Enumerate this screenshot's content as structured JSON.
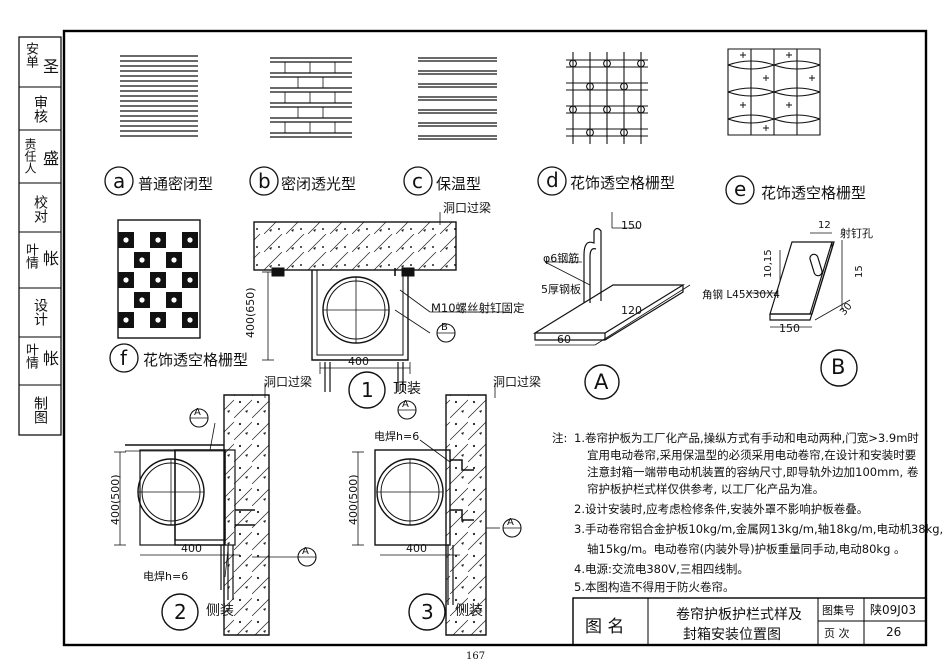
{
  "side_column": {
    "items": [
      {
        "label": "安单",
        "sign": "圣"
      },
      {
        "label": "审核",
        "sign": ""
      },
      {
        "label": "责任人",
        "sign": "盛"
      },
      {
        "label": "校对",
        "sign": ""
      },
      {
        "label": "叶情",
        "sign": "帐"
      },
      {
        "label": "设计",
        "sign": ""
      },
      {
        "label": "叶情",
        "sign": "帐"
      },
      {
        "label": "制图",
        "sign": ""
      }
    ]
  },
  "patterns": {
    "a": {
      "letter": "a",
      "label": "普通密闭型"
    },
    "b": {
      "letter": "b",
      "label": "密闭透光型"
    },
    "c": {
      "letter": "c",
      "label": "保温型"
    },
    "d": {
      "letter": "d",
      "label": "花饰透空格栅型"
    },
    "e": {
      "letter": "e",
      "label": "花饰透空格栅型"
    },
    "f": {
      "letter": "f",
      "label": "花饰透空格栅型"
    }
  },
  "detail_top": {
    "lintel": "洞口过梁",
    "bolt_note": "M10螺丝射钉固定",
    "dim_height": "400(650)",
    "dim_width": "400",
    "ref_mark": "B",
    "number": "1",
    "caption": "顶装"
  },
  "detail_a": {
    "rebar": "φ6钢筋",
    "plate": "5厚钢板",
    "dim_150": "150",
    "dim_120": "120",
    "dim_60": "60",
    "mark": "A"
  },
  "detail_b": {
    "nail_hole": "射钉孔",
    "angle": "角钢 L45X30X4",
    "dim_12": "12",
    "dim_1015": "10,15",
    "dim_15": "15",
    "dim_150": "150",
    "dim_30": "30",
    "mark": "B"
  },
  "detail_side2": {
    "lintel": "洞口过梁",
    "dim_height": "400(500)",
    "dim_width": "400",
    "weld": "电焊h=6",
    "ref_mark": "A",
    "number": "2",
    "caption": "侧装"
  },
  "detail_side3": {
    "lintel": "洞口过梁",
    "dim_height": "400(500)",
    "dim_width": "400",
    "weld": "电焊h=6",
    "ref_mark": "A",
    "number": "3",
    "caption": "侧装"
  },
  "notes": {
    "prefix": "注:",
    "lines": [
      "1.卷帘护板为工厂化产品,操纵方式有手动和电动两种,门宽>3.9m时",
      "宜用电动卷帘,采用保温型的必须采用电动卷帘,在设计和安装时要",
      "注意封箱一端带电动机装置的容纳尺寸,即导轨外边加100mm, 卷",
      "帘护板护栏式样仅供参考, 以工厂化产品为准。",
      "2.设计安装时,应考虑检修条件,安装外罩不影响护板卷叠。",
      "3.手动卷帘铝合金护板10kg/m,金属网13kg/m,轴18kg/m,电动机38kg,",
      "轴15kg/m。电动卷帘(内装外导)护板重量同手动,电动80kg 。",
      "4.电源:交流电380V,三相四线制。",
      "5.本图构造不得用于防火卷帘。"
    ]
  },
  "title_block": {
    "name_label": "图 名",
    "title_line1": "卷帘护板护栏式样及",
    "title_line2": "封箱安装位置图",
    "atlas_label": "图集号",
    "atlas_value": "陕09J03",
    "page_label": "页 次",
    "page_value": "26"
  },
  "page_number": "167"
}
